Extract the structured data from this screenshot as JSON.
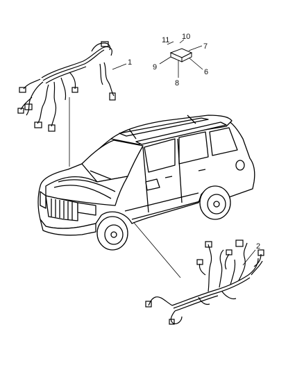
{
  "callouts": {
    "c1": "1",
    "c2": "2",
    "c6": "6",
    "c7": "7",
    "c8": "8",
    "c9": "9",
    "c10": "10",
    "c11": "11"
  },
  "colors": {
    "ink": "#000000",
    "background": "#ffffff"
  }
}
